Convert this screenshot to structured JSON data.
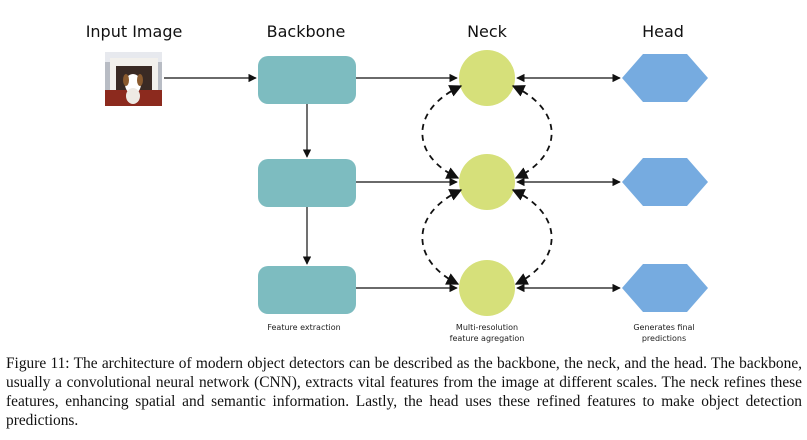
{
  "columns": {
    "input": "Input Image",
    "backbone": "Backbone",
    "neck": "Neck",
    "head": "Head"
  },
  "notes": {
    "backbone": "Feature extraction",
    "neck_line1": "Multi-resolution",
    "neck_line2": "feature agregation",
    "head_line1": "Generates final",
    "head_line2": "predictions"
  },
  "colors": {
    "backbone_block": "#7dbcc0",
    "neck_node": "#d6e07a",
    "head_block": "#76abe0"
  },
  "caption": "Figure 11: The architecture of modern object detectors can be described as the backbone, the neck, and the head. The backbone, usually a convolutional neural network (CNN), extracts vital features from the image at different scales. The neck refines these features, enhancing spatial and semantic information. Lastly, the head uses these refined features to make object detection predictions."
}
